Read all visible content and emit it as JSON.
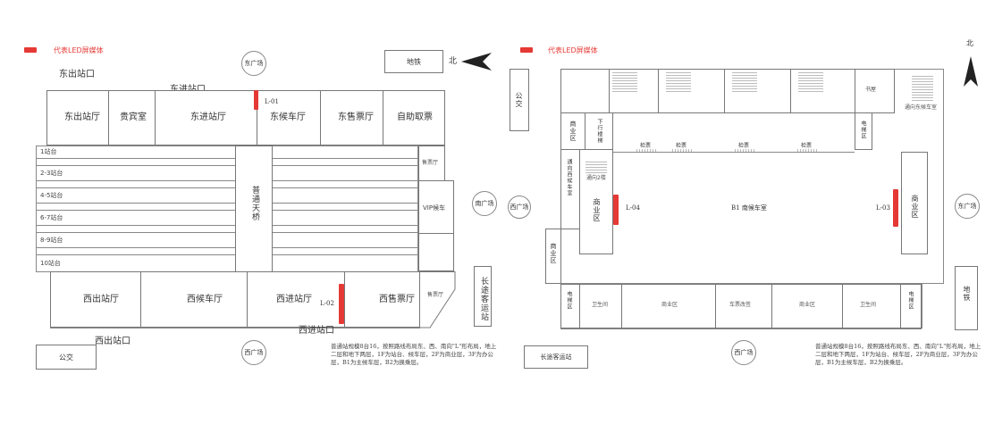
{
  "left": {
    "legend": "代表LED屏媒体",
    "north": "北",
    "metro": "地铁",
    "east_square": "东广场",
    "west_square": "西广场",
    "south_square": "南广场",
    "east_exit": "东出站口",
    "east_entrance": "东进站口",
    "west_exit": "西出站口",
    "west_entrance": "西进站口",
    "bus": "公交",
    "long_distance": "长途客运站",
    "halls_top": [
      "东出站厅",
      "贵宾室",
      "东进站厅",
      "东候车厅",
      "东售票厅",
      "自助取票"
    ],
    "halls_bottom": [
      "西出站厅",
      "西候车厅",
      "西进站厅",
      "西售票厅",
      "售票厅"
    ],
    "ticket_hall_right": "售票厅",
    "vip": "VIP候车",
    "platforms": [
      "1站台",
      "2-3站台",
      "4-5站台",
      "6-7站台",
      "8-9站台",
      "10站台"
    ],
    "corridor": "普通天桥",
    "screens": [
      "L-01",
      "L-02"
    ],
    "note": "普通站规模8台16，按照路线布局东、西、南向\"L\"形布局，地上二层和地下两层，1F为站台、候车层，2F为商业层，3F为办公层，B1为主候车层，B2为换乘层。"
  },
  "right": {
    "legend": "代表LED屏媒体",
    "north": "北",
    "bus": "公交",
    "metro": "地铁",
    "east_square": "东广场",
    "west_square": "西广场",
    "south_square": "西广场",
    "long_distance": "长途客运站",
    "commerce": "商业区",
    "shop": "书屋",
    "stairs": "楼梯",
    "elevator": "电梯区",
    "east_wait_link": "通向东候车室",
    "west_wait_link": "通向西候车室",
    "exit_2": "通向2楼",
    "down_stairs": "下行楼梯",
    "gates": [
      "检票",
      "检票",
      "检票",
      "检票"
    ],
    "waiting_room": "B1 南候车室",
    "toilet": "卫生间",
    "ticket_change": "车票改签",
    "screens": [
      "L-04",
      "L-03"
    ],
    "note": "普通站规模8台16，按照路线布局东、西、南向\"L\"形布局，地上二层和地下两层，1F为站台、候车层，2F为商业层，3F为办公层，B1为主候车层，B2为换乘层。"
  }
}
